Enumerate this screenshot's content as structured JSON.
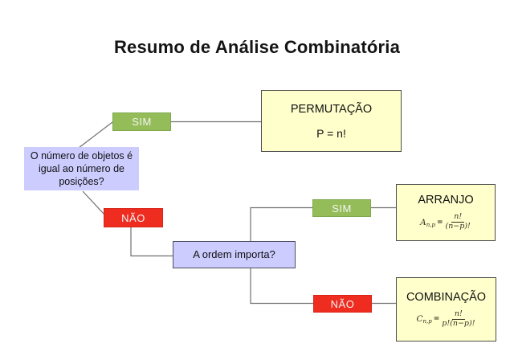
{
  "title": "Resumo de Análise Combinatória",
  "colors": {
    "yes_green": "#94bd5a",
    "no_red": "#ee2c1f",
    "decision_fill": "#ccccff",
    "result_fill": "#ffffcc",
    "connector_gray": "#707070"
  },
  "nodes": {
    "decision1": {
      "text": "O número de objetos é igual ao número de posições?"
    },
    "sim1": {
      "label": "SIM"
    },
    "nao1": {
      "label": "NÃO"
    },
    "permutacao": {
      "title": "PERMUTAÇÃO",
      "formula": "P = n!"
    },
    "decision2": {
      "text": "A ordem importa?"
    },
    "sim2": {
      "label": "SIM"
    },
    "nao2": {
      "label": "NÃO"
    },
    "arranjo": {
      "title": "ARRANJO",
      "formula": {
        "lhs": "A",
        "sub": "n,p",
        "eq": "=",
        "num": "n!",
        "den": "(n−p)!"
      }
    },
    "combinacao": {
      "title": "COMBINAÇÃO",
      "formula": {
        "lhs": "C",
        "sub": "n,p",
        "eq": "=",
        "num": "n!",
        "den": "p!(n−p)!"
      }
    }
  }
}
